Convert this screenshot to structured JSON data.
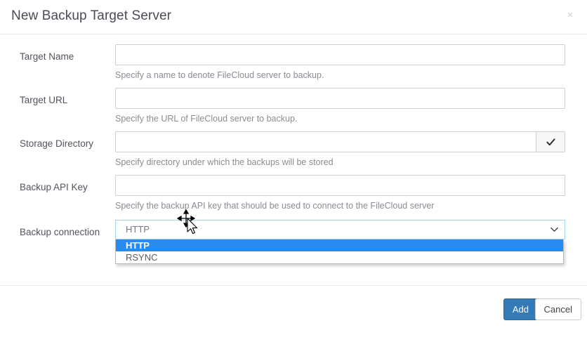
{
  "dialog": {
    "title": "New Backup Target Server",
    "close_label": "×",
    "close_icon": "close-icon"
  },
  "form": {
    "fields": [
      {
        "label": "Target Name",
        "value": "",
        "placeholder": "",
        "help": "Specify a name to denote FileCloud server to backup.",
        "type": "text",
        "name": "target-name"
      },
      {
        "label": "Target URL",
        "value": "",
        "placeholder": "",
        "help": "Specify the URL of FileCloud server to backup.",
        "type": "text",
        "name": "target-url"
      },
      {
        "label": "Storage Directory",
        "value": "",
        "placeholder": "",
        "help": "Specify directory under which the backups will be stored",
        "type": "text-with-verify",
        "addon_icon": "check-icon",
        "name": "storage-directory"
      },
      {
        "label": "Backup API Key",
        "value": "",
        "placeholder": "",
        "help": "Specify the backup API key that should be used to connect to the FileCloud server",
        "type": "text",
        "name": "backup-api-key"
      }
    ],
    "connection": {
      "label": "Backup connection",
      "selected": "HTTP",
      "caret_icon": "chevron-down-icon",
      "options": [
        {
          "label": "HTTP",
          "selected": true
        },
        {
          "label": "RSYNC",
          "selected": false
        }
      ]
    }
  },
  "footer": {
    "add_label": "Add",
    "cancel_label": "Cancel"
  },
  "colors": {
    "primary": "#337ab7",
    "highlight": "#2a8bef",
    "focus_border": "#a8d3f0",
    "border": "#cfcfcf",
    "label_text": "#53535c",
    "help_text": "#8b8b93"
  },
  "cursors": {
    "move_cursor": "move-resize-cursor",
    "pointer_cursor": "arrow-pointer-cursor"
  }
}
